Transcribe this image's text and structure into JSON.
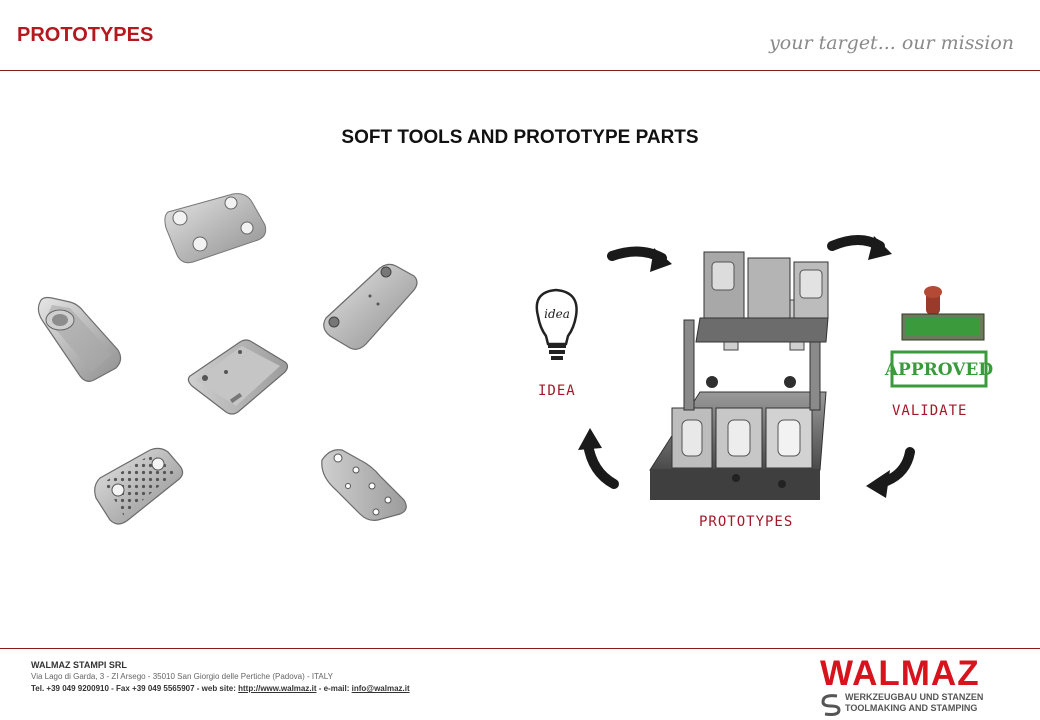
{
  "header": {
    "title": "PROTOTYPES",
    "tagline": "your target... our mission"
  },
  "main": {
    "title": "SOFT TOOLS AND PROTOTYPE PARTS",
    "cycle": {
      "idea_label": "IDEA",
      "prototypes_label": "PROTOTYPES",
      "validate_label": "VALIDATE",
      "bulb_text": "idea",
      "stamp_text": "APPROVED"
    }
  },
  "footer": {
    "company": "WALMAZ STAMPI SRL",
    "address": "Via Lago di Garda, 3 - ZI Arsego - 35010 San Giorgio delle Pertiche (Padova) - ITALY",
    "contact_prefix": "Tel. +39 049 9200910 - Fax +39 049 5565907 - web site: ",
    "website": "http://www.walmaz.it",
    "email_prefix": " - e-mail: ",
    "email": "info@walmaz.it"
  },
  "logo": {
    "word": "WALMAZ",
    "sub1": "WERKZEUGBAU UND STANZEN",
    "sub2": "TOOLMAKING AND STAMPING"
  },
  "colors": {
    "brand_red": "#d7141d",
    "title_red": "#b3191e",
    "label_red": "#a3192a",
    "stamp_green": "#3b9a3c"
  }
}
